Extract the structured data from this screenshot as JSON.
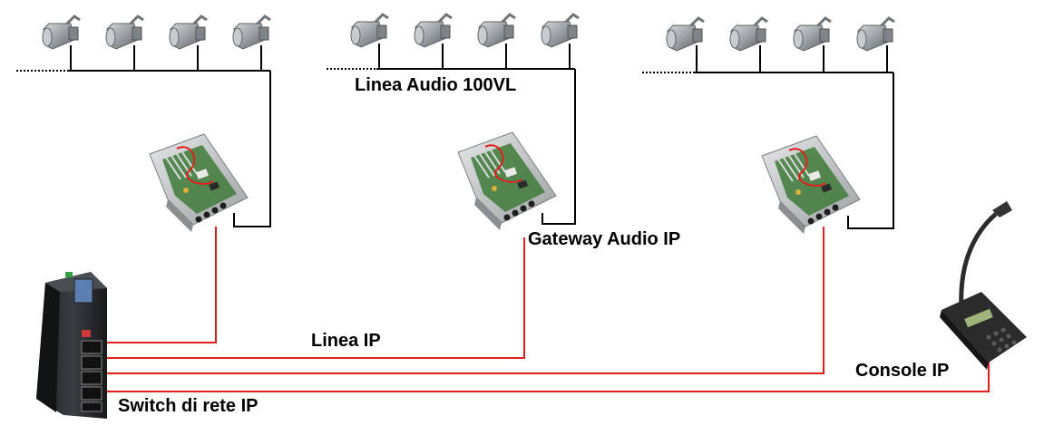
{
  "labels": {
    "audio_line": "Linea Audio 100VL",
    "gateway": "Gateway Audio IP",
    "ip_line": "Linea IP",
    "console": "Console IP",
    "switch": "Switch di rete IP"
  },
  "colors": {
    "audio_line": "#000000",
    "ip_line": "#e0201b",
    "background": "#ffffff",
    "speaker": "#9aa0a4",
    "gateway_body": "#c9cccd",
    "pcb": "#3f7a3a",
    "switch_body": "#2a2d30",
    "console_body": "#2b2b2b"
  },
  "icons": {
    "speaker": "horn-speaker-icon",
    "gateway": "audio-gateway-icon",
    "switch": "network-switch-icon",
    "console": "microphone-console-icon"
  },
  "groups": [
    {
      "speakers": 4
    },
    {
      "speakers": 4
    },
    {
      "speakers": 4
    }
  ]
}
